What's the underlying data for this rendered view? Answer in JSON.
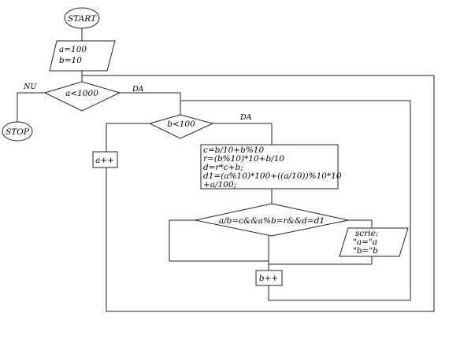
{
  "flowchart": {
    "start": "START",
    "stop": "STOP",
    "init": [
      "a=100",
      "b=10"
    ],
    "cond_a": "a<1000",
    "cond_b": "b<100",
    "label_yes": "DA",
    "label_no": "NU",
    "inc_a": "a++",
    "inc_b": "b++",
    "compute": [
      "c=b/10+b%10",
      "r=(b%10)*10+b/10",
      "d=r*c+b;",
      "d1=(a%10)*100+((a/10))%10*10",
      "+a/100;"
    ],
    "cond_c": "a/b=c&&a%b=r&&d=d1",
    "print_title": "scrie:",
    "print_lines": [
      "\"a=\"a",
      "\"b=\"b"
    ]
  }
}
